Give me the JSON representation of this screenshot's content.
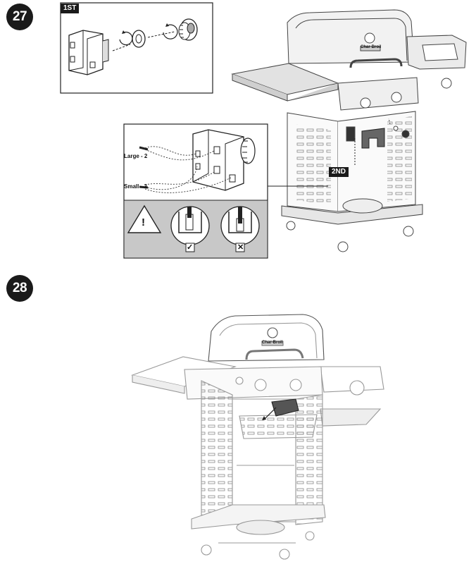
{
  "steps": [
    {
      "number": "27",
      "tags": {
        "first": "1ST",
        "second": "2ND"
      },
      "wire_labels": {
        "large": "Large - 2",
        "small": "Small - 3"
      },
      "check_marks": {
        "correct": "✓",
        "incorrect": "✕"
      },
      "warning_symbol": "!"
    },
    {
      "number": "28"
    }
  ],
  "brand_logo": "Char-Broil"
}
